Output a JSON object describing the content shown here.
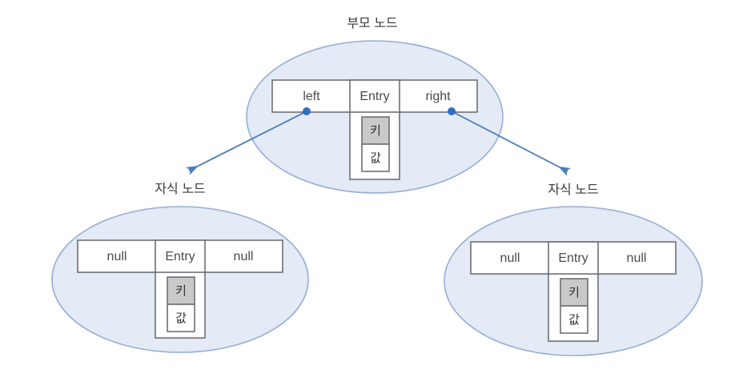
{
  "diagram": {
    "title_parent": "부모 노드",
    "title_child_left": "자식 노드",
    "title_child_right": "자식 노드",
    "parent": {
      "left_cell": "left",
      "entry_cell": "Entry",
      "right_cell": "right",
      "key_cell": "키",
      "value_cell": "값"
    },
    "child_left": {
      "left_cell": "null",
      "entry_cell": "Entry",
      "right_cell": "null",
      "key_cell": "키",
      "value_cell": "값"
    },
    "child_right": {
      "left_cell": "null",
      "entry_cell": "Entry",
      "right_cell": "null",
      "key_cell": "키",
      "value_cell": "값"
    },
    "colors": {
      "ellipse_fill": "#e4eaf6",
      "ellipse_stroke": "#93aed4",
      "box_stroke": "#6d6f74",
      "box_fill": "#ffffff",
      "key_fill": "#c9c9c9",
      "arrow": "#4a7ebb",
      "dot": "#2f6fc0",
      "text": "#3a3a3a"
    }
  }
}
